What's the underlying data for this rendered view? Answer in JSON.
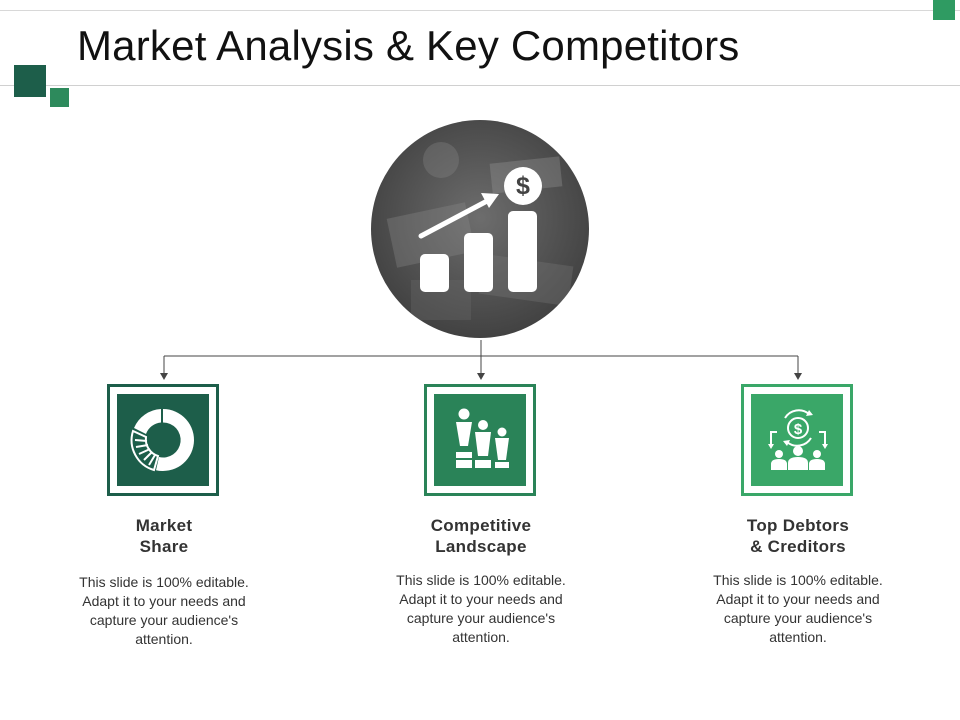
{
  "slide": {
    "title": "Market Analysis & Key Competitors"
  },
  "hero": {
    "icon": "bar-chart-growth-dollar-icon",
    "dollar_glyph": "$"
  },
  "colors": {
    "dark_green": "#1d5e4a",
    "mid_green": "#2a8358",
    "light_green": "#3aa768",
    "text": "#333333"
  },
  "items": [
    {
      "heading_line1": "Market",
      "heading_line2": "Share",
      "description": "This slide is 100% editable. Adapt it to your needs and capture your audience's attention.",
      "icon": "donut-chart-icon"
    },
    {
      "heading_line1": "Competitive",
      "heading_line2": "Landscape",
      "description": "This slide is 100% editable. Adapt it to your needs and capture your audience's attention.",
      "icon": "competitors-podium-icon"
    },
    {
      "heading_line1": "Top Debtors",
      "heading_line2": "& Creditors",
      "description": "This slide is 100% editable. Adapt it to your needs and capture your audience's attention.",
      "icon": "debtors-creditors-icon"
    }
  ]
}
